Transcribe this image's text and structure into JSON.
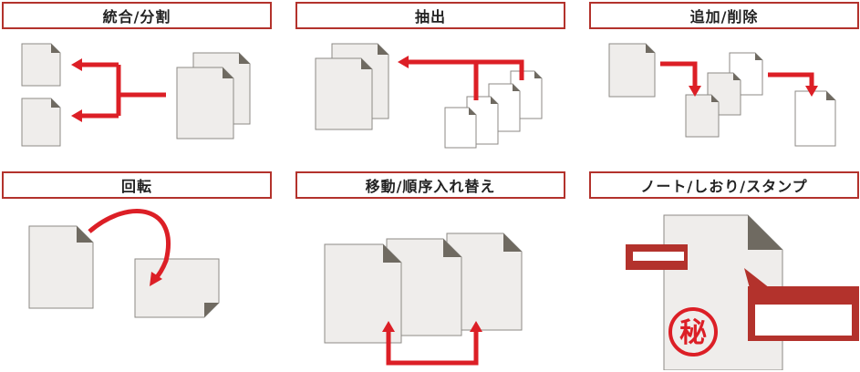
{
  "panels": [
    {
      "id": "merge-split",
      "title": "統合/分割"
    },
    {
      "id": "extract",
      "title": "抽出"
    },
    {
      "id": "add-delete",
      "title": "追加/削除"
    },
    {
      "id": "rotate",
      "title": "回転"
    },
    {
      "id": "move-reorder",
      "title": "移動/順序入れ替え"
    },
    {
      "id": "note-bookmark-stamp",
      "title": "ノート/しおり/スタンプ",
      "stamp_char": "秘"
    }
  ],
  "colors": {
    "accent": "#dc1f26",
    "border": "#b3322c",
    "doc_fill": "#efedeb",
    "doc_stroke": "#8c8a86",
    "fold": "#6f6a61"
  }
}
